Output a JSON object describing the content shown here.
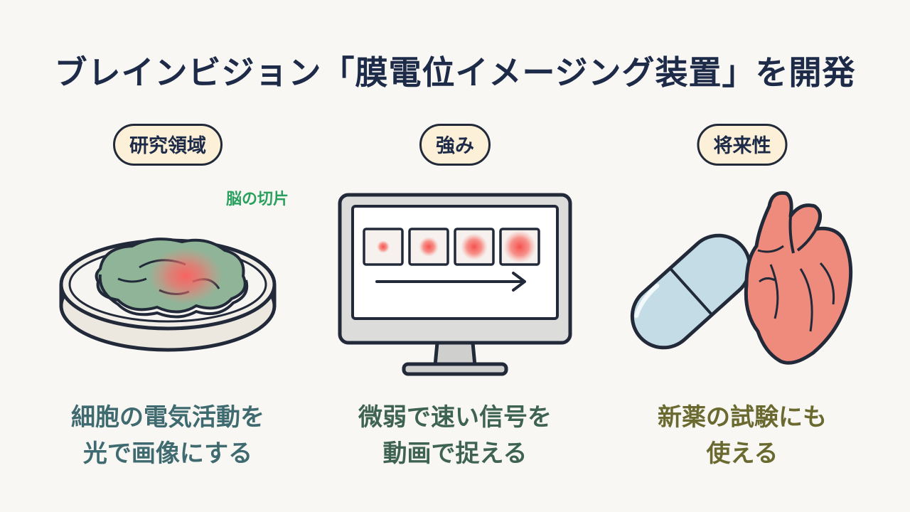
{
  "title": "ブレインビジョン「膜電位イメージング装置」を開発",
  "columns": [
    {
      "label": "研究領域",
      "annotation": "脳の切片",
      "caption_line1": "細胞の電気活動を",
      "caption_line2": "光で画像にする",
      "icon": "petri-dish-brain-slice"
    },
    {
      "label": "強み",
      "caption_line1": "微弱で速い信号を",
      "caption_line2": "動画で捉える",
      "icon": "monitor-signal-frames"
    },
    {
      "label": "将来性",
      "caption_line1": "新薬の試験にも",
      "caption_line2": "使える",
      "icon": "capsule-and-heart"
    }
  ],
  "colors": {
    "title": "#1d2a48",
    "pill_fill": "#fcf0d8",
    "outline": "#222a3a",
    "brain_green": "#7fa58a",
    "signal_red": "#f26b6b",
    "heart_red": "#ee8b7c",
    "capsule_blue": "#c3dce6",
    "annotation_green": "#2aa05f"
  }
}
